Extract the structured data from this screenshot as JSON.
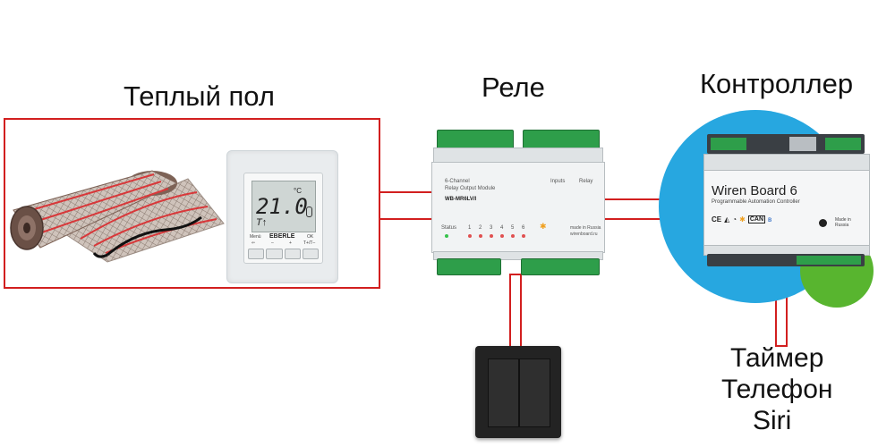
{
  "labels": {
    "floor": "Теплый пол",
    "relay": "Реле",
    "controller": "Контроллер",
    "extras": [
      "Таймер",
      "Телефон",
      "Siri"
    ]
  },
  "thermostat": {
    "temperature": "21.0",
    "unit": "°C",
    "mode": "T↑",
    "brand": "EBERLE",
    "left_button": "Menü",
    "right_button": "OK",
    "right_sub": "T+/T–",
    "minus": "–",
    "plus": "+"
  },
  "relay_module": {
    "title_line1": "6-Channel",
    "title_line2": "Relay Output Module",
    "model": "WB-MR6LV/I",
    "status_label": "Status",
    "channels": [
      "1",
      "2",
      "3",
      "4",
      "5",
      "6"
    ],
    "inputs_label": "Inputs",
    "relay_label": "Relay",
    "made_in": "made in Russia",
    "site": "wirenboard.ru"
  },
  "controller": {
    "brand": "Wiren Board 6",
    "subtitle": "Programmable Automation Controller",
    "made_in": "Made in Russia"
  },
  "colors": {
    "wire": "#d21f1f",
    "terminal_green": "#2e9e4a",
    "controller_blue": "#27a7e0",
    "controller_green": "#58b52f"
  }
}
